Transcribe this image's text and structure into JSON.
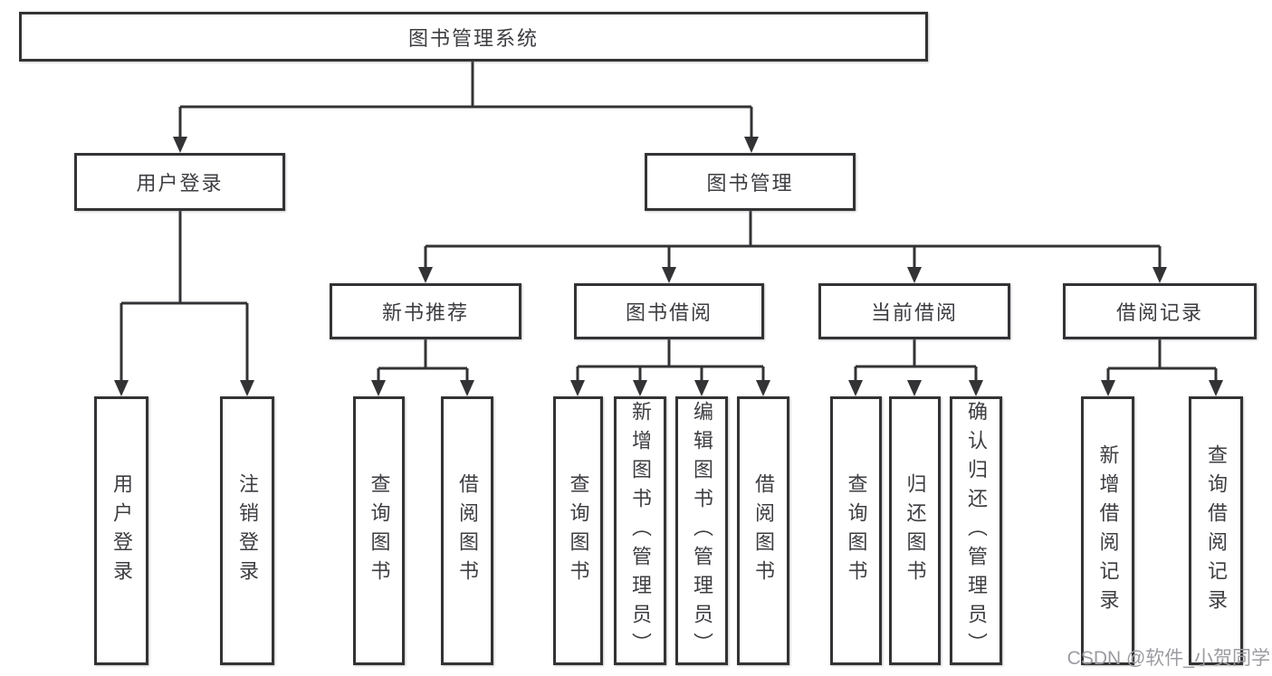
{
  "nodes": {
    "root": "图书管理系统",
    "level2": {
      "user_login": "用户登录",
      "book_management": "图书管理"
    },
    "level3": {
      "new_book_recommend": "新书推荐",
      "book_borrowing": "图书借阅",
      "current_borrowing": "当前借阅",
      "borrowing_records": "借阅记录"
    },
    "leaves": [
      {
        "label": "用户登录"
      },
      {
        "label": "注销登录"
      },
      {
        "label": "查询图书"
      },
      {
        "label": "借阅图书"
      },
      {
        "label": "查询图书"
      },
      {
        "label": "新增图书（管理员）"
      },
      {
        "label": "编辑图书（管理员）"
      },
      {
        "label": "借阅图书"
      },
      {
        "label": "查询图书"
      },
      {
        "label": "归还图书"
      },
      {
        "label": "确认归还（管理员）"
      },
      {
        "label": "新增借阅记录"
      },
      {
        "label": "查询借阅记录"
      }
    ]
  },
  "watermark": "CSDN @软件_小贺同学",
  "colors": {
    "line": "#333336",
    "box_border": "#333336",
    "text": "#3d3d42",
    "watermark": "#9b9ca1",
    "background": "#ffffff"
  }
}
